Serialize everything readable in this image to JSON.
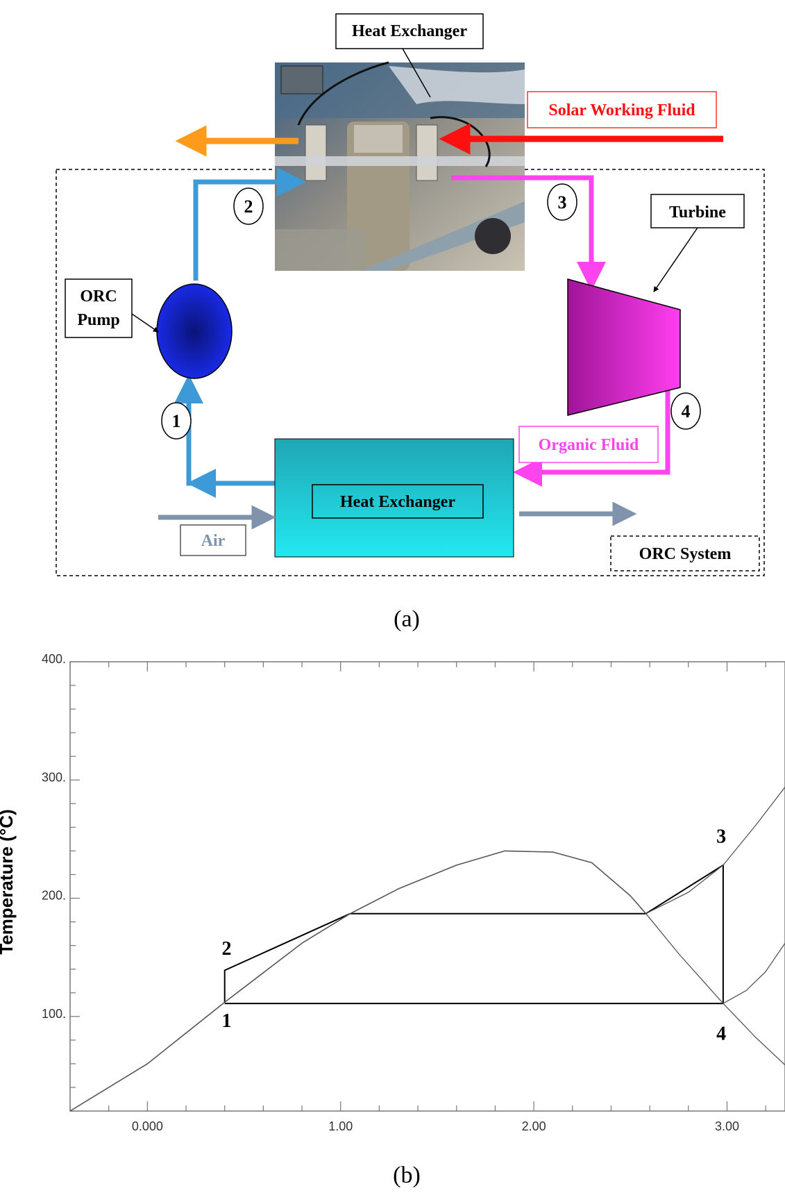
{
  "panel_a": {
    "caption": "(a)",
    "labels": {
      "heat_exchanger_top": "Heat Exchanger",
      "solar_working_fluid": "Solar Working Fluid",
      "turbine": "Turbine",
      "orc_pump_line1": "ORC",
      "orc_pump_line2": "Pump",
      "organic_fluid": "Organic Fluid",
      "heat_exchanger_bottom": "Heat Exchanger",
      "air": "Air",
      "orc_system": "ORC System"
    },
    "state_points": [
      "1",
      "2",
      "3",
      "4"
    ],
    "colors": {
      "cold_flow": "#3d9ad6",
      "hot_organic": "#ff44ee",
      "solar": "#ff1010",
      "solar_out": "#ff9a1a",
      "air": "#7f93ad",
      "pump": "#0a14b4",
      "turbine": "#d41cc0",
      "condenser": "#22c8d8"
    }
  },
  "panel_b": {
    "caption": "(b)",
    "chart_data": {
      "type": "line",
      "ylabel": "Temperature (°C)",
      "xlabel": "",
      "xlim": [
        -0.4,
        3.3
      ],
      "ylim": [
        20,
        400
      ],
      "x_ticks": [
        "0.000",
        "1.00",
        "2.00",
        "3.00"
      ],
      "x_tick_values": [
        0,
        1,
        2,
        3
      ],
      "y_ticks": [
        "100.",
        "200.",
        "300.",
        "400."
      ],
      "y_tick_values": [
        100,
        200,
        300,
        400
      ],
      "series": [
        {
          "role": "cycle",
          "points": [
            [
              0.4,
              112
            ],
            [
              0.4,
              139
            ],
            [
              1.05,
              187
            ],
            [
              2.58,
              187
            ],
            [
              2.98,
              228
            ],
            [
              2.98,
              111
            ],
            [
              0.4,
              111
            ]
          ]
        },
        {
          "role": "saturation-liquid",
          "points": [
            [
              -0.4,
              20
            ],
            [
              0.0,
              60
            ],
            [
              0.4,
              112
            ],
            [
              0.8,
              162
            ],
            [
              1.05,
              187
            ],
            [
              1.3,
              208
            ],
            [
              1.6,
              228
            ],
            [
              1.85,
              240
            ],
            [
              2.1,
              239
            ],
            [
              2.3,
              230
            ],
            [
              2.5,
              202
            ],
            [
              2.58,
              187
            ]
          ]
        },
        {
          "role": "saturation-vapor",
          "points": [
            [
              2.58,
              187
            ],
            [
              2.75,
              153
            ],
            [
              2.98,
              111
            ],
            [
              3.15,
              82
            ],
            [
              3.3,
              59
            ]
          ]
        },
        {
          "role": "isobar-high",
          "points": [
            [
              2.58,
              187
            ],
            [
              2.8,
              205
            ],
            [
              2.98,
              228
            ],
            [
              3.15,
              262
            ],
            [
              3.3,
              294
            ]
          ]
        },
        {
          "role": "isobar-low",
          "points": [
            [
              2.98,
              111
            ],
            [
              3.1,
              122
            ],
            [
              3.2,
              138
            ],
            [
              3.3,
              162
            ]
          ]
        }
      ],
      "point_labels": [
        {
          "text": "1",
          "x": 0.41,
          "y": 97
        },
        {
          "text": "2",
          "x": 0.41,
          "y": 158
        },
        {
          "text": "3",
          "x": 2.97,
          "y": 253
        },
        {
          "text": "4",
          "x": 2.97,
          "y": 86
        }
      ]
    }
  }
}
